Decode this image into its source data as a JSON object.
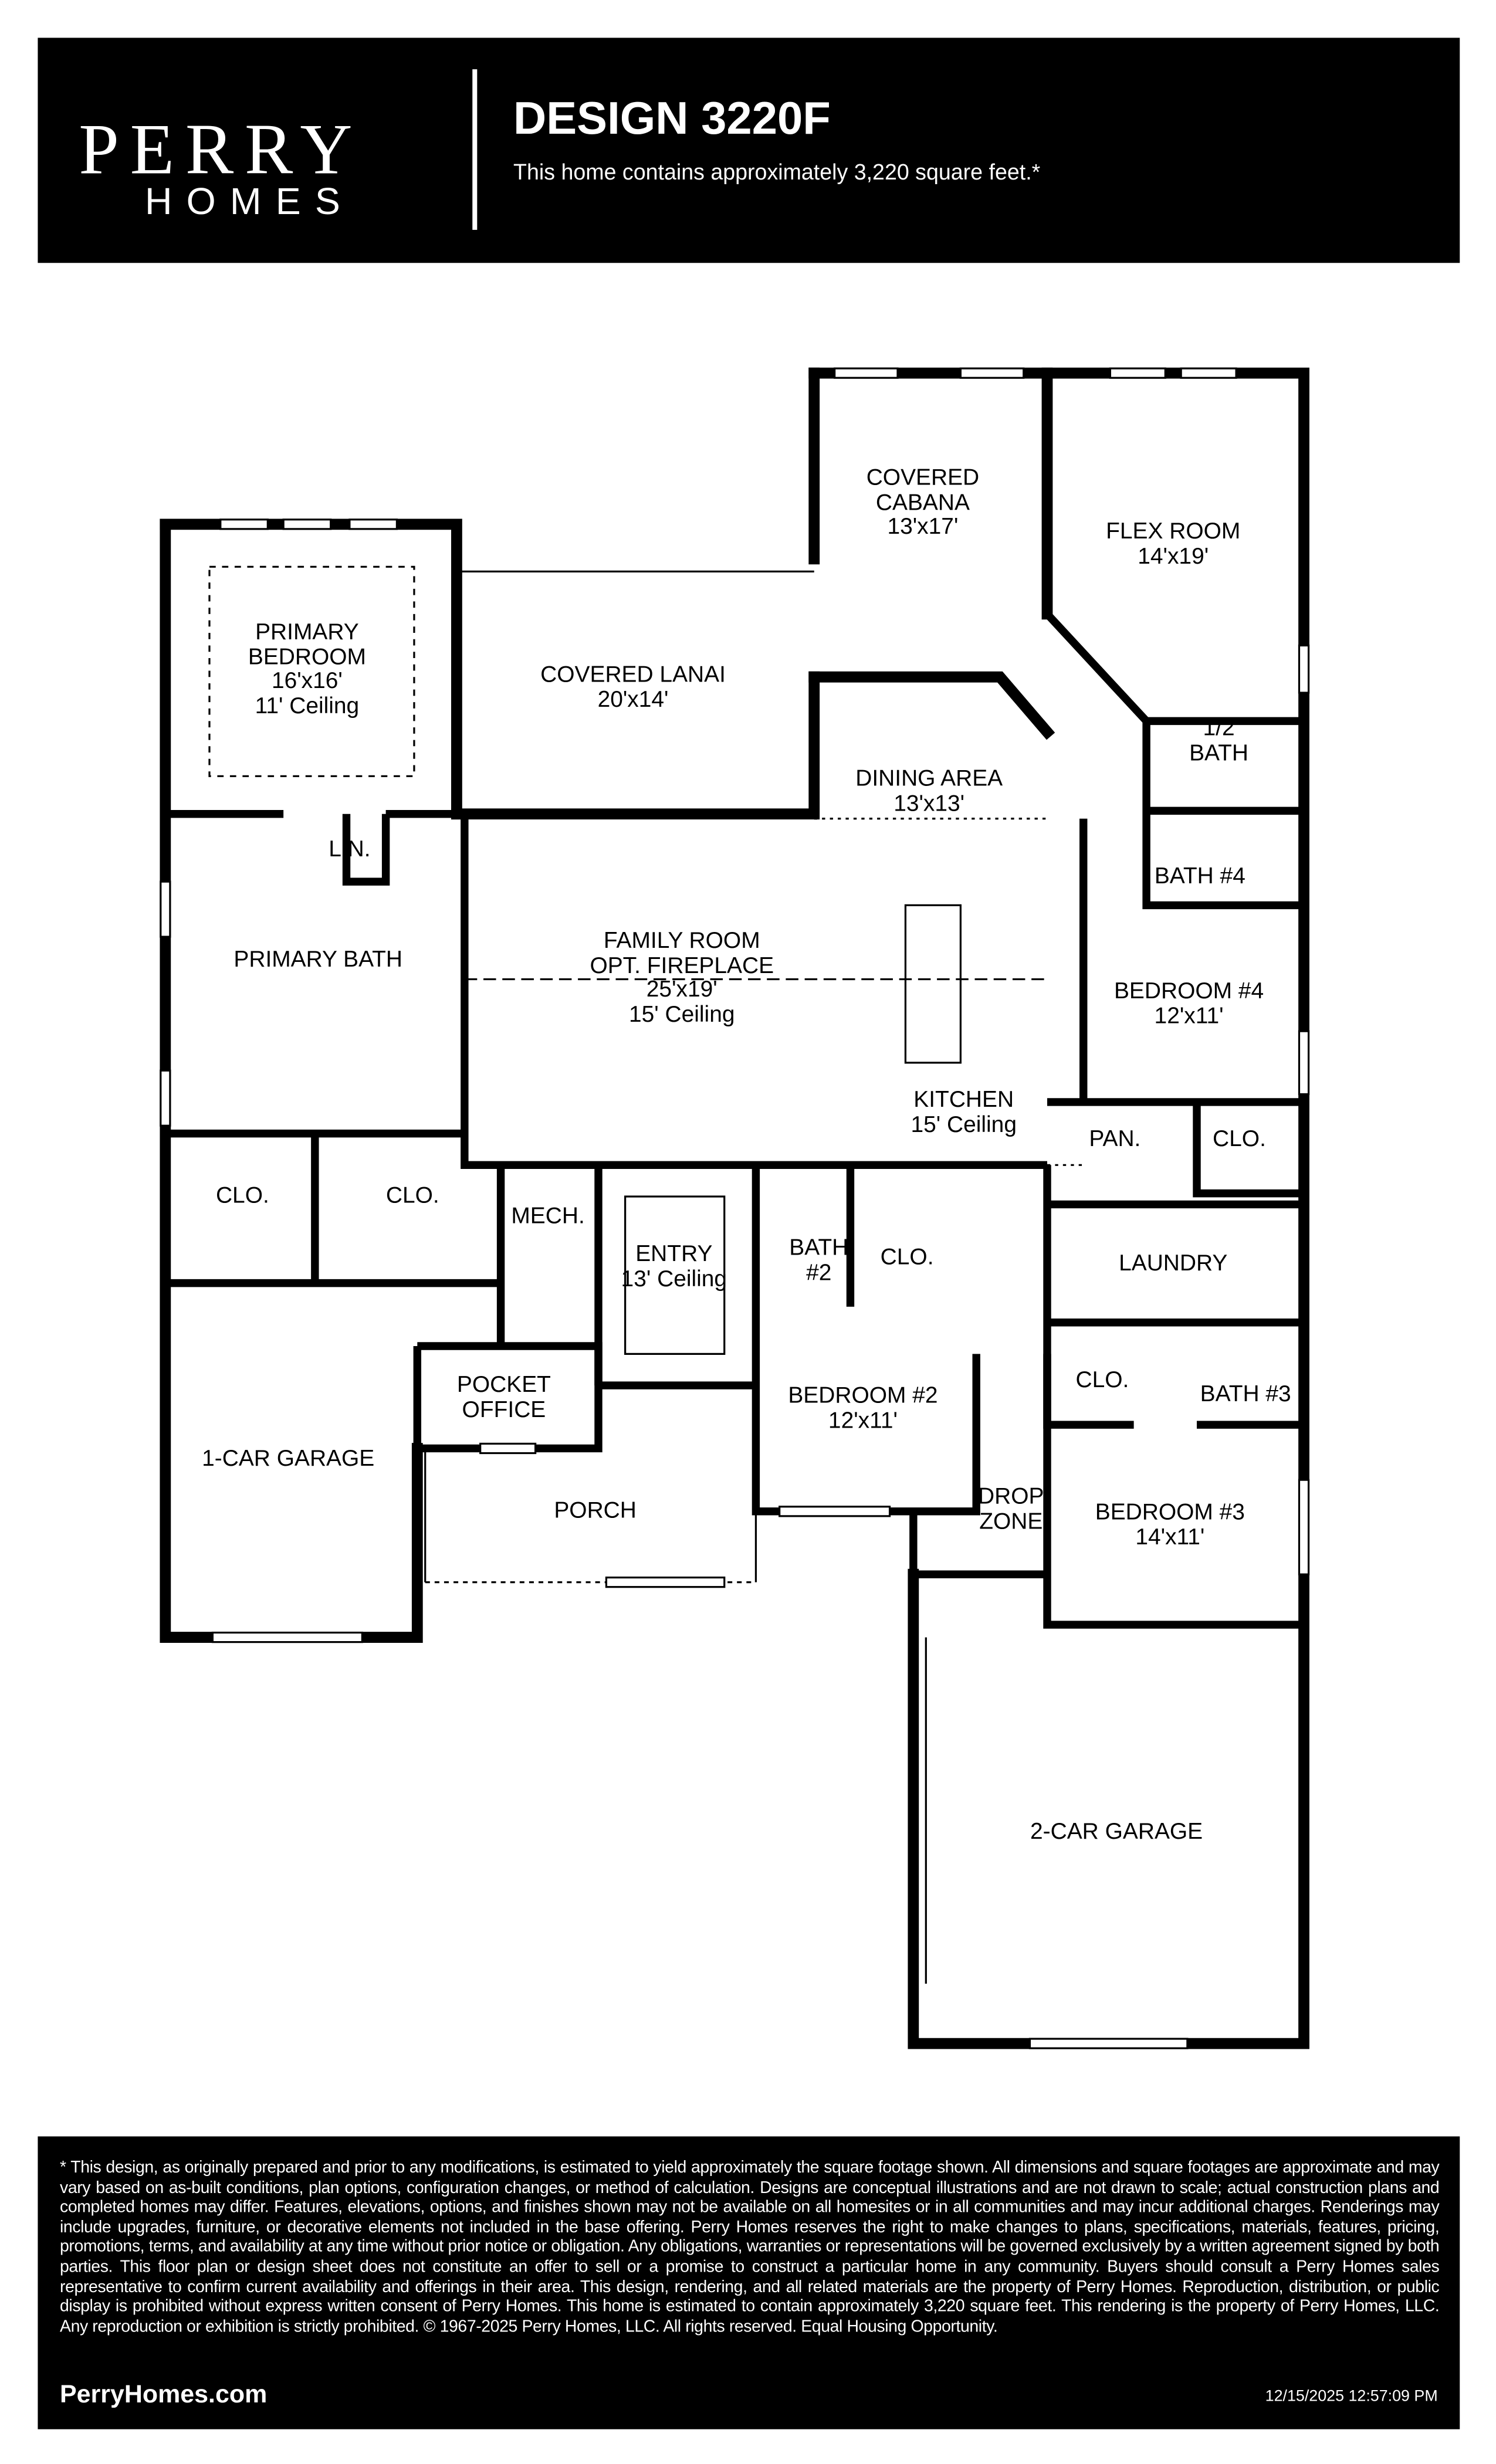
{
  "header": {
    "logo_top": "PERRY",
    "logo_bottom": "HOMES",
    "title": "DESIGN 3220F",
    "subtitle": "This home contains approximately 3,220 square feet.*"
  },
  "rooms": {
    "primary_bedroom": [
      "PRIMARY",
      "BEDROOM",
      "16'x16'",
      "11' Ceiling"
    ],
    "covered_lanai": [
      "COVERED LANAI",
      "20'x14'"
    ],
    "covered_cabana": [
      "COVERED",
      "CABANA",
      "13'x17'"
    ],
    "flex_room": [
      "FLEX ROOM",
      "14'x19'"
    ],
    "half_bath": [
      "1/2",
      "BATH"
    ],
    "dining_area": [
      "DINING AREA",
      "13'x13'"
    ],
    "bath_4": [
      "BATH #4"
    ],
    "family_room": [
      "FAMILY ROOM",
      "OPT. FIREPLACE",
      "25'x19'",
      "15' Ceiling"
    ],
    "primary_bath": [
      "PRIMARY BATH"
    ],
    "linen": [
      "LIN."
    ],
    "bedroom_4": [
      "BEDROOM #4",
      "12'x11'"
    ],
    "kitchen": [
      "KITCHEN",
      "15' Ceiling"
    ],
    "pantry": [
      "PAN."
    ],
    "closet_b4": [
      "CLO."
    ],
    "closet_primary_1": [
      "CLO."
    ],
    "closet_primary_2": [
      "CLO."
    ],
    "mech": [
      "MECH."
    ],
    "entry": [
      "ENTRY",
      "13' Ceiling"
    ],
    "bath_2": [
      "BATH",
      "#2"
    ],
    "closet_b2": [
      "CLO."
    ],
    "laundry": [
      "LAUNDRY"
    ],
    "closet_b3": [
      "CLO."
    ],
    "bath_3": [
      "BATH #3"
    ],
    "pocket_office": [
      "POCKET",
      "OFFICE"
    ],
    "bedroom_2": [
      "BEDROOM #2",
      "12'x11'"
    ],
    "garage_1": [
      "1-CAR GARAGE"
    ],
    "porch": [
      "PORCH"
    ],
    "drop_zone": [
      "DROP",
      "ZONE"
    ],
    "bedroom_3": [
      "BEDROOM #3",
      "14'x11'"
    ],
    "garage_2": [
      "2-CAR GARAGE"
    ]
  },
  "footer": {
    "disclaimer": "* This design, as originally prepared and prior to any modifications, is estimated to yield approximately the square footage shown. All dimensions and square footages are approximate and may vary based on as-built conditions, plan options, configuration changes, or method of calculation. Designs are conceptual illustrations and are not drawn to scale; actual construction plans and completed homes may differ. Features, elevations, options, and finishes shown may not be available on all homesites or in all communities and may incur additional charges. Renderings may include upgrades, furniture, or decorative elements not included in the base offering. Perry Homes reserves the right to make changes to plans, specifications, materials, features, pricing, promotions, terms, and availability at any time without prior notice or obligation. Any obligations, warranties or representations will be governed exclusively by a written agreement signed by both parties. This floor plan or design sheet does not constitute an offer to sell or a promise to construct a particular home in any community. Buyers should consult a Perry Homes sales representative to confirm current availability and offerings in their area. This design, rendering, and all related materials are the property of Perry Homes. Reproduction, distribution, or public display is prohibited without express written consent of Perry Homes. This home is estimated to contain approximately 3,220 square feet. This rendering is the property of Perry Homes, LLC. Any reproduction or exhibition is strictly prohibited. © 1967-2025 Perry Homes, LLC. All rights reserved. Equal Housing Opportunity.",
    "website": "PerryHomes.com",
    "timestamp": "12/15/2025 12:57:09 PM"
  }
}
